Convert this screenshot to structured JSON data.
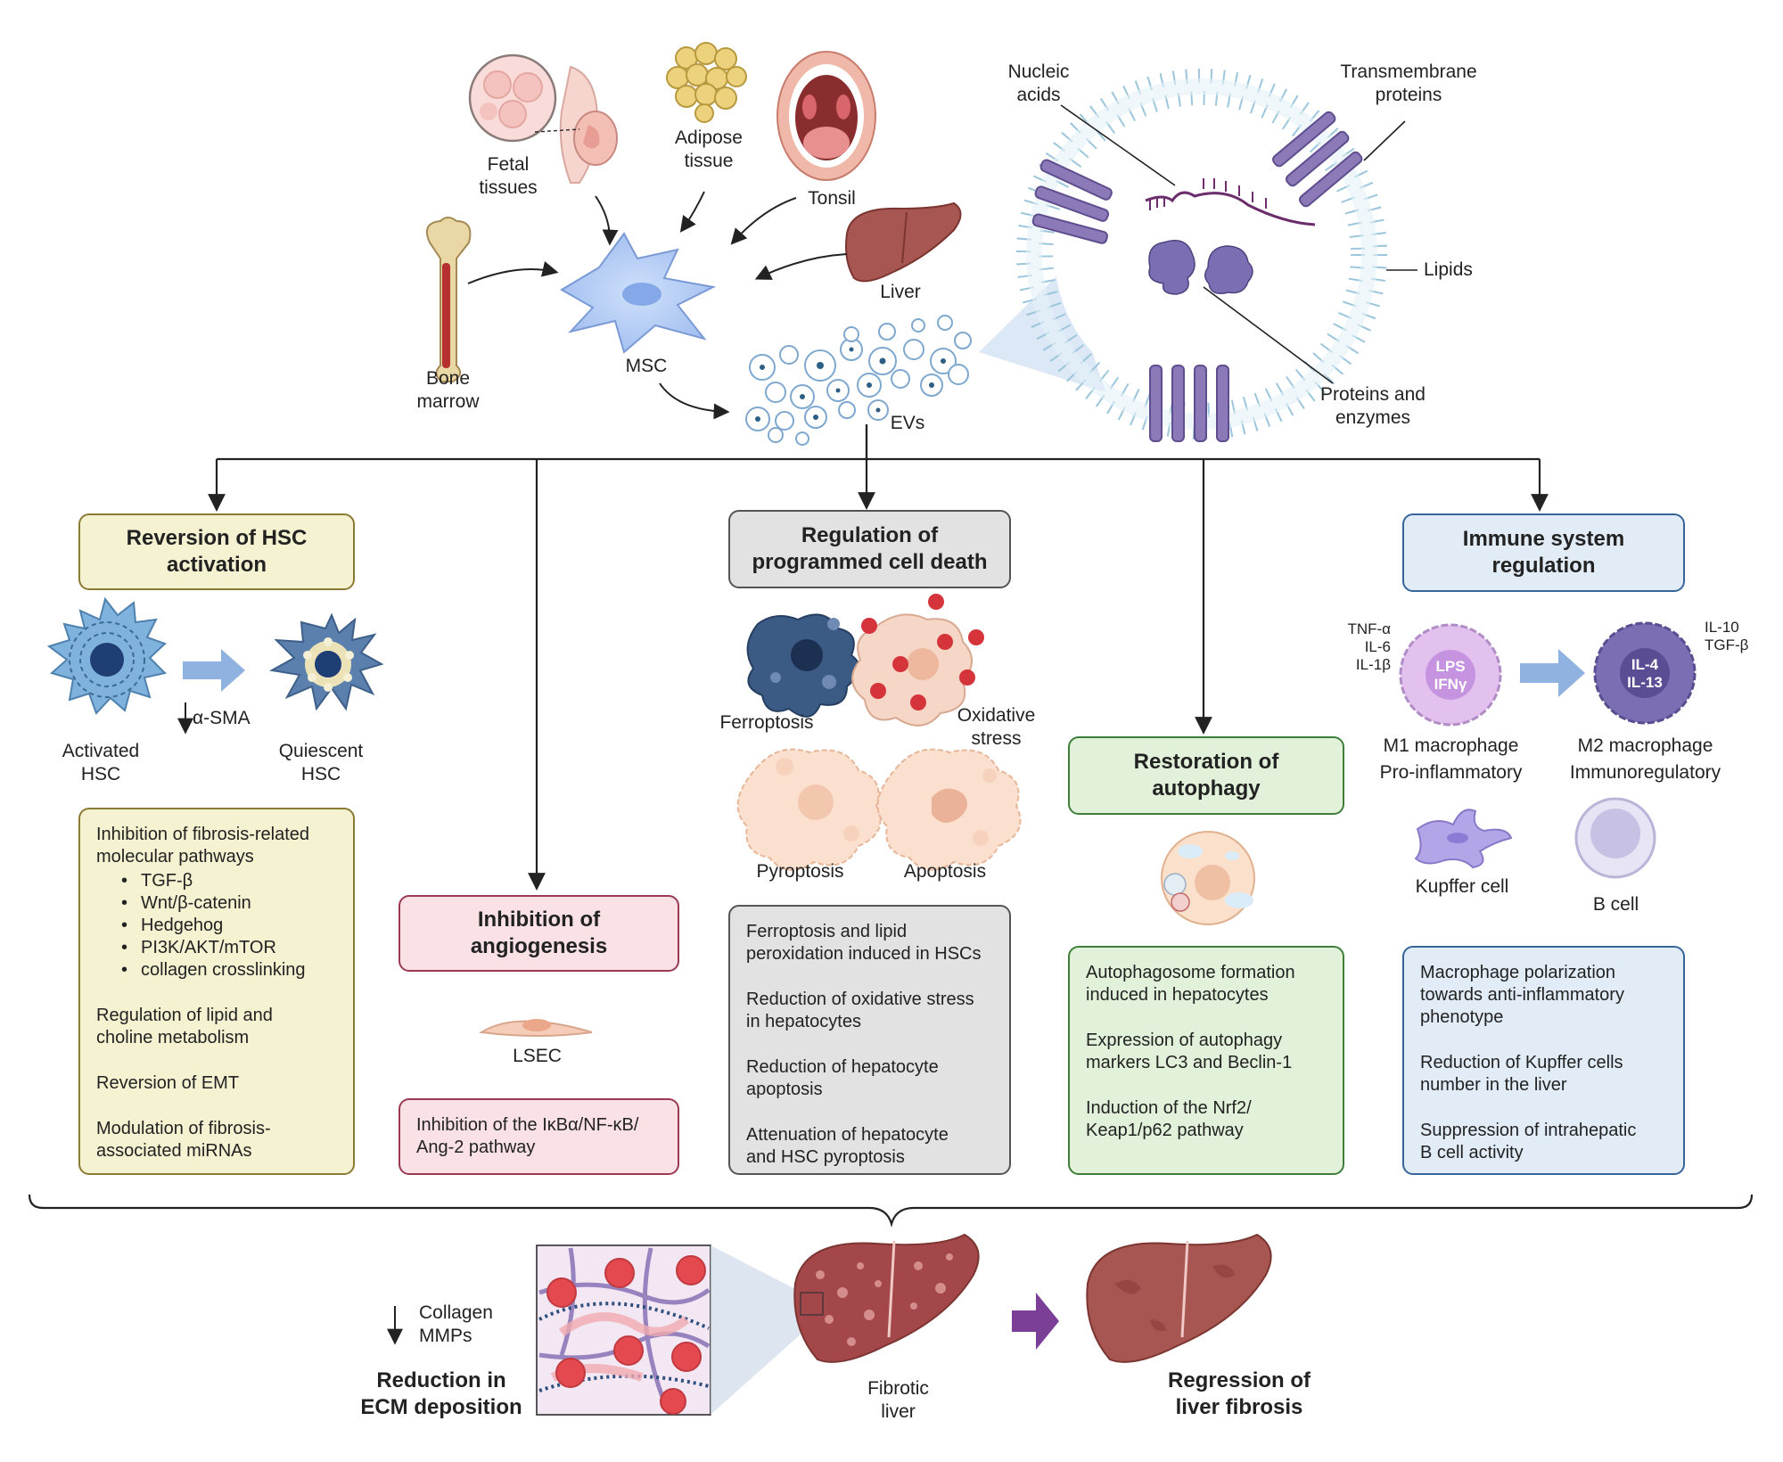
{
  "sources": {
    "fetal": "Fetal\ntissues",
    "adipose": "Adipose\ntissue",
    "tonsil": "Tonsil",
    "liver": "Liver",
    "bone_marrow": "Bone\nmarrow",
    "msc": "MSC",
    "evs": "EVs"
  },
  "ev_parts": {
    "nucleic_acids": "Nucleic\nacids",
    "transmembrane": "Transmembrane\nproteins",
    "lipids": "Lipids",
    "proteins": "Proteins and\nenzymes"
  },
  "panels": {
    "hsc": {
      "title": "Reversion of HSC\nactivation",
      "activated": "Activated\nHSC",
      "quiescent": "Quiescent\nHSC",
      "marker": "α-SMA",
      "details": {
        "p1": "Inhibition of fibrosis-related\nmolecular pathways",
        "items": [
          "TGF-β",
          "Wnt/β-catenin",
          "Hedgehog",
          "PI3K/AKT/mTOR",
          "collagen crosslinking"
        ],
        "p2": "Regulation of lipid and\ncholine metabolism",
        "p3": "Reversion of EMT",
        "p4": "Modulation of fibrosis-\nassociated miRNAs"
      }
    },
    "angio": {
      "title": "Inhibition of\nangiogenesis",
      "cell": "LSEC",
      "detail": "Inhibition of the IκBα/NF-κB/\nAng-2 pathway"
    },
    "death": {
      "title": "Regulation of\nprogrammed cell death",
      "ferroptosis": "Ferroptosis",
      "oxidative": "Oxidative\nstress",
      "pyroptosis": "Pyroptosis",
      "apoptosis": "Apoptosis",
      "details": [
        "Ferroptosis and lipid\nperoxidation induced in HSCs",
        "Reduction of oxidative stress\nin hepatocytes",
        "Reduction of hepatocyte\napoptosis",
        "Attenuation of hepatocyte\nand HSC pyroptosis"
      ]
    },
    "autophagy": {
      "title": "Restoration of\nautophagy",
      "details": [
        "Autophagosome formation\ninduced in hepatocytes",
        "Expression of autophagy\nmarkers LC3 and Beclin-1",
        "Induction of the Nrf2/\nKeap1/p62 pathway"
      ]
    },
    "immune": {
      "title": "Immune system\nregulation",
      "m1_cytokines": "TNF-α\nIL-6\nIL-1β",
      "m1_inner": "LPS\nIFNγ",
      "m2_inner": "IL-4\nIL-13",
      "m2_cytokines": "IL-10\nTGF-β",
      "m1_label": "M1 macrophage\nPro-inflammatory",
      "m2_label": "M2 macrophage\nImmunoregulatory",
      "kupffer": "Kupffer cell",
      "bcell": "B cell",
      "details": [
        "Macrophage polarization\ntowards anti-inflammatory\nphenotype",
        "Reduction of  Kupffer cells\nnumber in the liver",
        "Suppression of intrahepatic\nB cell activity"
      ]
    }
  },
  "bottom": {
    "markers": "Collagen\nMMPs",
    "ecm": "Reduction in\nECM deposition",
    "fibrotic": "Fibrotic\nliver",
    "regression": "Regression of\nliver fibrosis"
  },
  "colors": {
    "arrow_blue": "#8fb2e0",
    "arrow_purple": "#7b3f98",
    "liver": "#a4474a",
    "ev_membrane": "#9cc6dc",
    "ev_protein": "#8c7ab8"
  }
}
